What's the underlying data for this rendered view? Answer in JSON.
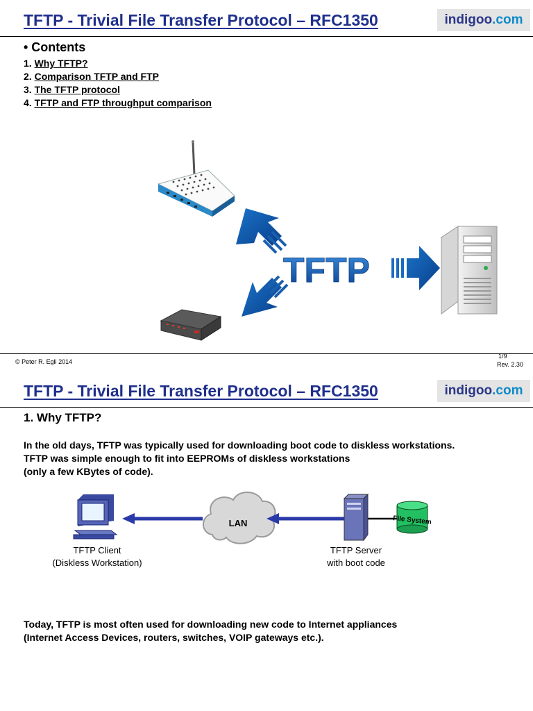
{
  "slide1": {
    "title": "TFTP - Trivial File Transfer Protocol – RFC1350",
    "logo": {
      "main": "indigoo",
      "dot": ".",
      "suffix": "com"
    },
    "contents_heading": "• Contents",
    "toc": [
      {
        "num": "1.",
        "label": "Why TFTP?"
      },
      {
        "num": "2.",
        "label": "Comparison TFTP and FTP"
      },
      {
        "num": "3.",
        "label": "The TFTP protocol"
      },
      {
        "num": "4.",
        "label": "TFTP and FTP throughput comparison"
      }
    ],
    "diagram_label": "TFTP",
    "footer": {
      "copyright": "© Peter R. Egli 2014",
      "page": "1/9",
      "revision": "Rev. 2.30"
    }
  },
  "slide2": {
    "title": "TFTP - Trivial File Transfer Protocol – RFC1350",
    "logo": {
      "main": "indigoo",
      "dot": ".",
      "suffix": "com"
    },
    "section_heading": "1. Why TFTP?",
    "paragraph1": [
      "In the old days, TFTP was typically used for downloading boot code to diskless workstations.",
      "TFTP was simple enough to fit into EEPROMs of diskless workstations",
      "(only a few KBytes of code)."
    ],
    "diagram": {
      "cloud_label": "LAN",
      "client_label": [
        "TFTP Client",
        "(Diskless Workstation)"
      ],
      "server_label": [
        "TFTP Server",
        "with boot code"
      ],
      "storage_label": "File System"
    },
    "paragraph2": [
      "Today, TFTP is most often used for downloading new code to Internet appliances",
      "(Internet Access Devices, routers, switches, VOIP gateways etc.)."
    ]
  },
  "colors": {
    "title_blue": "#1f2f8c",
    "logo_bg": "#e4e4e4",
    "arrow_blue": "#2a3aa8",
    "accent_cyan": "#0f8ac9"
  }
}
